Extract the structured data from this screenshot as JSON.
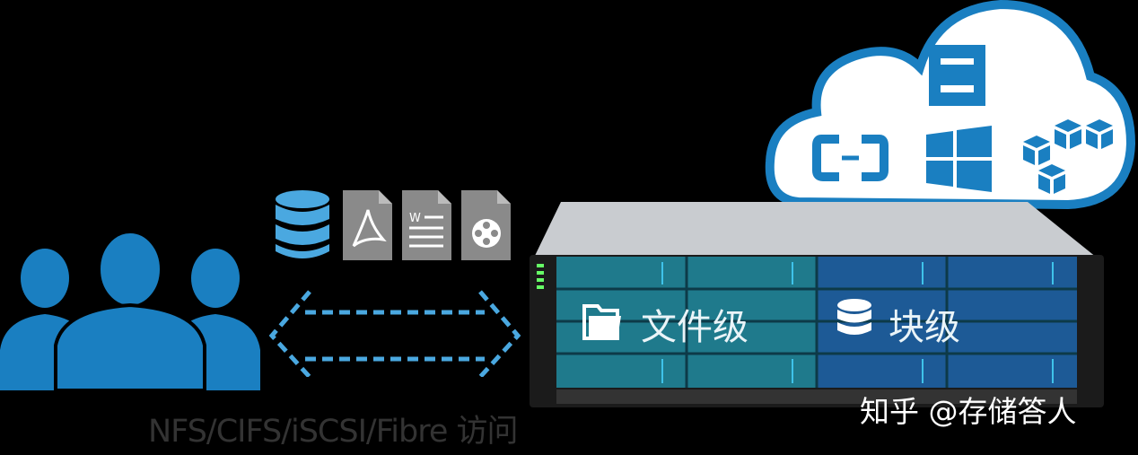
{
  "access_label": "NFS/CIFS/iSCSI/Fibre 访问",
  "file_level_label": "文件级",
  "block_level_label": "块级",
  "watermark": "知乎 @存储答人",
  "icons": [
    "users-icon",
    "database-icon",
    "pdf-file-icon",
    "word-file-icon",
    "video-file-icon",
    "bidirectional-arrow-icon",
    "cloud-icon",
    "openstack-icon",
    "alibaba-cloud-icon",
    "windows-icon",
    "aws-icon",
    "folder-icon",
    "database-icon"
  ],
  "colors": {
    "blue": "#1a7fc1",
    "arrow": "#4aa8e0",
    "teal": "#1f7a8c",
    "block_blue": "#1d5a96",
    "doc_gray": "#8a8a8a",
    "text_dark": "#333333"
  }
}
